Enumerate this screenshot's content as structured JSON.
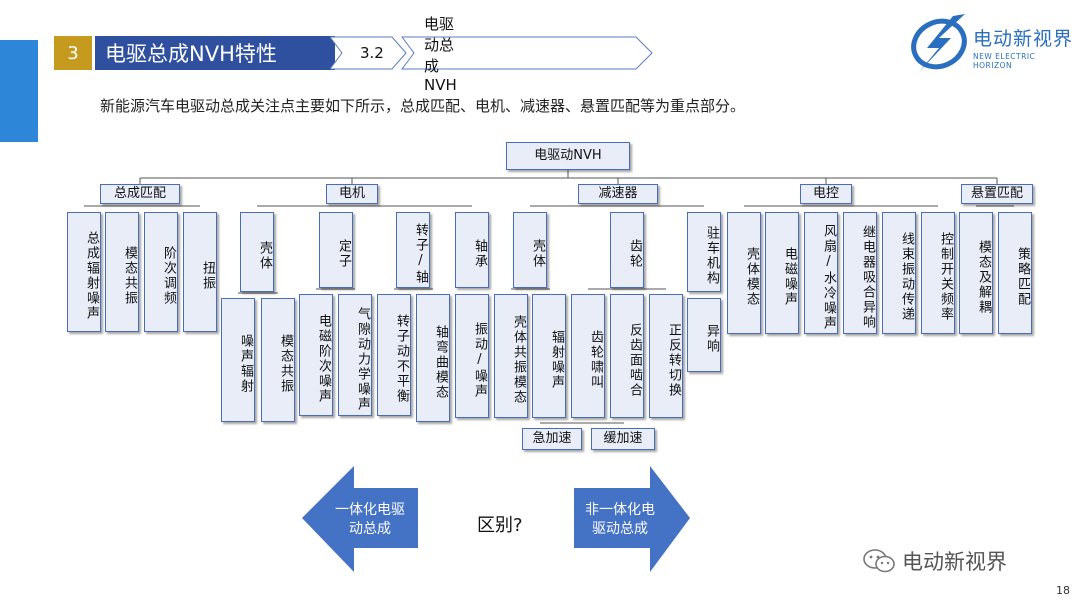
{
  "header": {
    "section_number": "3",
    "section_title": "电驱总成NVH特性",
    "crumb_number": "3.2",
    "crumb_title": "电驱动总成NVH"
  },
  "logo": {
    "name_cn": "电动新视界",
    "name_en": "NEW ELECTRIC HORIZON",
    "icon": "lightning-globe-icon",
    "color": "#2A6FBF"
  },
  "intro": "新能源汽车电驱动总成关注点主要如下所示，总成匹配、电机、减速器、悬置匹配等为重点部分。",
  "tree": {
    "root": "电驱动NVH",
    "categories": [
      {
        "label": "总成匹配",
        "children": [
          {
            "label": "总成辐射噪声"
          },
          {
            "label": "模态共振"
          },
          {
            "label": "阶次调频"
          },
          {
            "label": "扭振"
          }
        ]
      },
      {
        "label": "电机",
        "children": [
          {
            "label": "壳体",
            "children": [
              {
                "label": "噪声辐射"
              },
              {
                "label": "模态共振"
              }
            ]
          },
          {
            "label": "定子",
            "children": [
              {
                "label": "电磁阶次噪声"
              },
              {
                "label": "气隙动力学噪声"
              }
            ]
          },
          {
            "label": "转子/轴",
            "children": [
              {
                "label": "转子动不平衡"
              },
              {
                "label": "轴弯曲模态"
              }
            ]
          },
          {
            "label": "轴承",
            "children": [
              {
                "label": "振动/噪声"
              }
            ]
          }
        ]
      },
      {
        "label": "减速器",
        "children": [
          {
            "label": "壳体",
            "children": [
              {
                "label": "壳体共振模态"
              },
              {
                "label": "辐射噪声"
              }
            ]
          },
          {
            "label": "齿轮",
            "children": [
              {
                "label": "齿轮啸叫",
                "children": [
                  {
                    "label": "急加速"
                  },
                  {
                    "label": "缓加速"
                  }
                ]
              },
              {
                "label": "反齿面啮合"
              },
              {
                "label": "正反转切换"
              }
            ]
          },
          {
            "label": "驻车机构",
            "children": [
              {
                "label": "异响"
              }
            ]
          }
        ]
      },
      {
        "label": "电控",
        "children": [
          {
            "label": "壳体模态"
          },
          {
            "label": "电磁噪声"
          },
          {
            "label": "风扇/水冷噪声"
          },
          {
            "label": "继电器吸合异响"
          },
          {
            "label": "线束振动传递"
          },
          {
            "label": "控制开关频率"
          }
        ]
      },
      {
        "label": "悬置匹配",
        "children": [
          {
            "label": "模态及解耦"
          },
          {
            "label": "策略匹配"
          }
        ]
      }
    ]
  },
  "compare": {
    "left_arrow": "一体化电驱动总成",
    "question": "区别?",
    "right_arrow": "非一体化电驱动总成",
    "arrow_color": "#4472C4"
  },
  "footer": {
    "wechat_name": "电动新视界",
    "wechat_icon": "wechat-icon",
    "page_number": "18"
  }
}
